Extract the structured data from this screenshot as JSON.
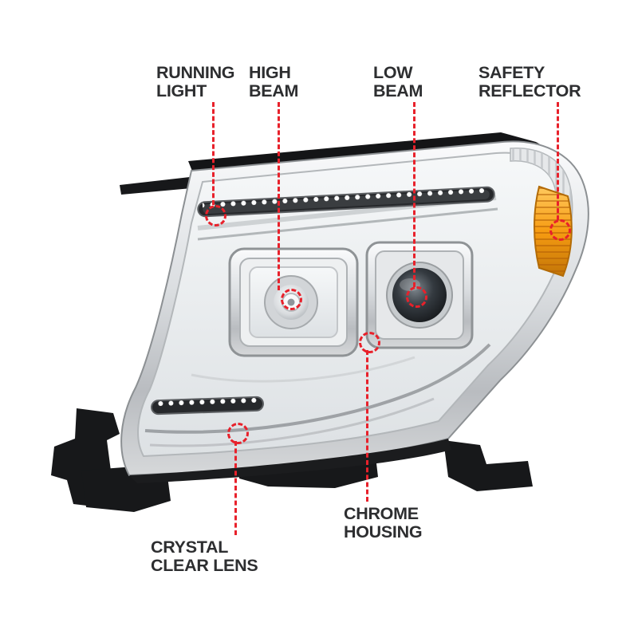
{
  "accent": {
    "callout_red": "#e8212b",
    "label_color": "#2d2e30",
    "background": "#ffffff"
  },
  "callouts": [
    {
      "id": "running-light",
      "line1": "RUNNING",
      "line2": "LIGHT"
    },
    {
      "id": "high-beam",
      "line1": "HIGH",
      "line2": "BEAM"
    },
    {
      "id": "low-beam",
      "line1": "LOW",
      "line2": "BEAM"
    },
    {
      "id": "safety-reflector",
      "line1": "SAFETY",
      "line2": "REFLECTOR"
    },
    {
      "id": "chrome-housing",
      "line1": "CHROME",
      "line2": "HOUSING"
    },
    {
      "id": "crystal-clear-lens",
      "line1": "CRYSTAL",
      "line2": "CLEAR LENS"
    }
  ],
  "illustration": {
    "subject": "chrome projector headlight assembly, front three-quarter view",
    "colors": {
      "chrome": "#d7dadc",
      "housing_black": "#17181a",
      "amber_reflector": "#f79c12",
      "led_white": "#ffffff",
      "projector_dark": "#101214"
    }
  }
}
